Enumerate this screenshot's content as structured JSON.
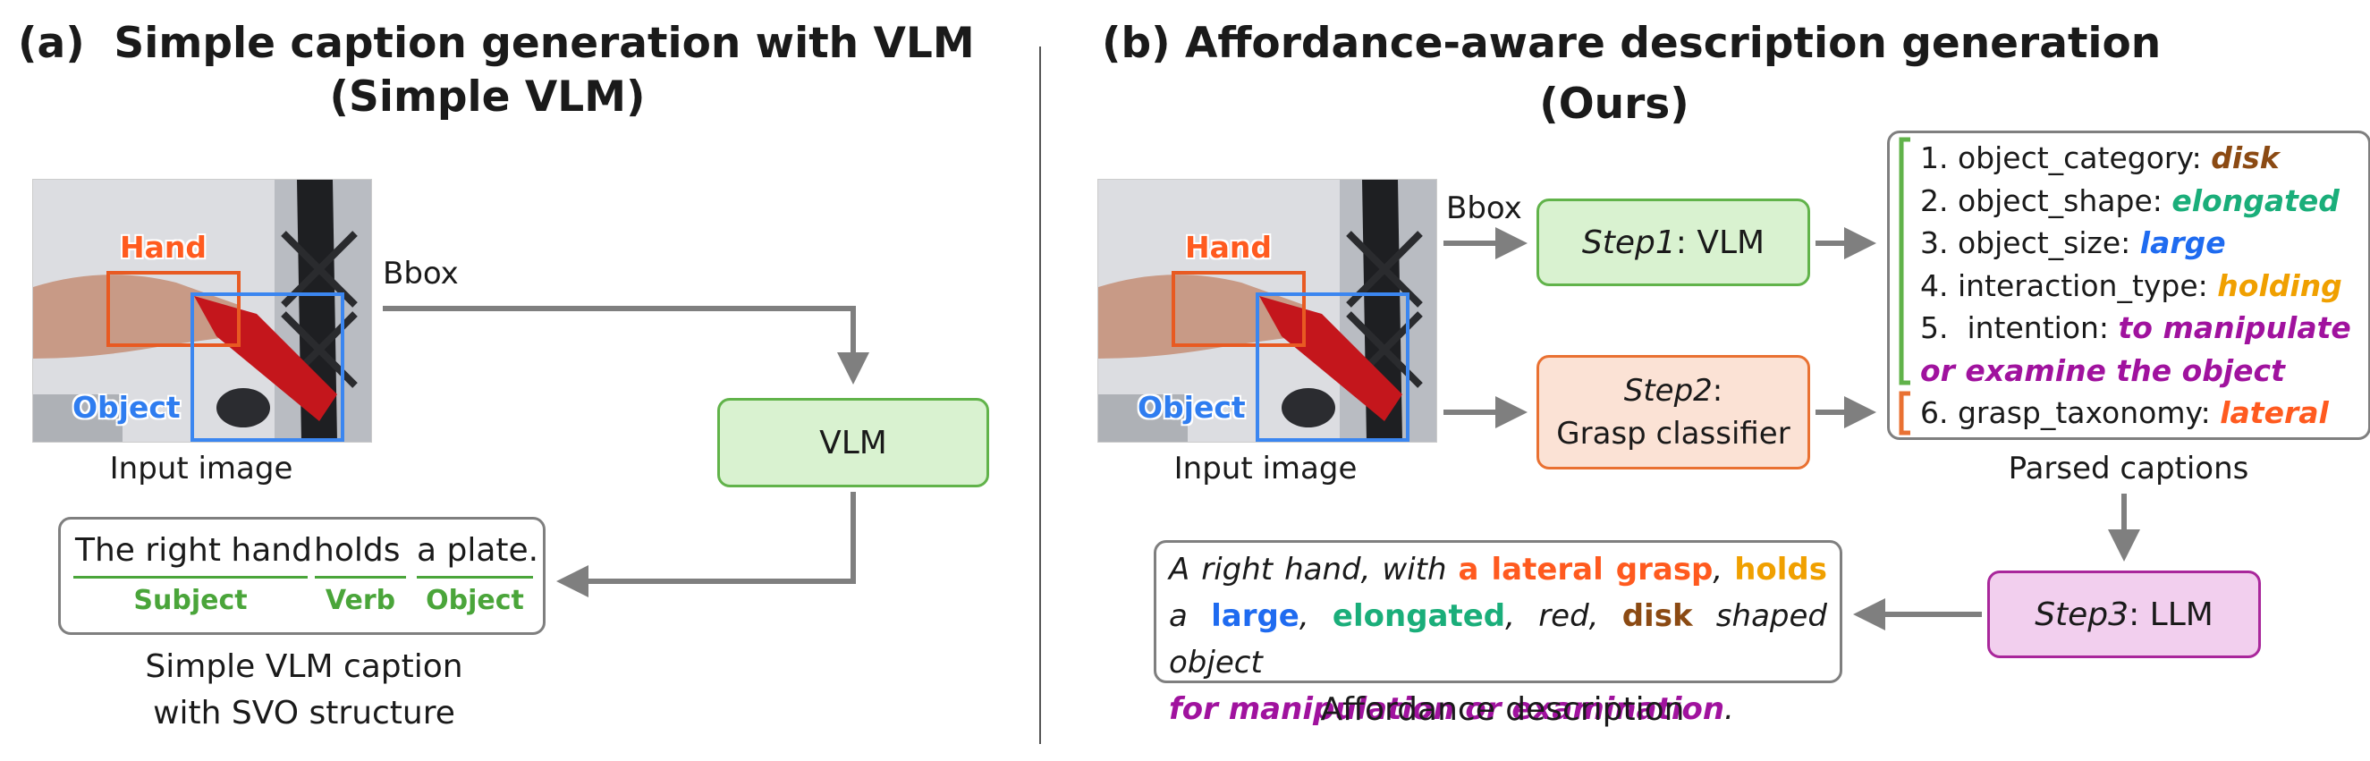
{
  "panel_a": {
    "title_line1": "(a)  Simple caption generation with VLM",
    "title_line2": "(Simple VLM)",
    "hand_tag": "Hand",
    "object_tag": "Object",
    "input_label": "Input image",
    "bbox_label": "Bbox",
    "vlm_label": "VLM",
    "caption_words": {
      "w1": "The right hand",
      "w2": "holds",
      "w3": "a plate.",
      "l1": "Subject",
      "l2": "Verb",
      "l3": "Object"
    },
    "caption_title_line1": "Simple VLM caption",
    "caption_title_line2": "with SVO structure"
  },
  "panel_b": {
    "title_line1": "(b) Affordance-aware description generation",
    "title_line2": "(Ours)",
    "hand_tag": "Hand",
    "object_tag": "Object",
    "input_label": "Input image",
    "bbox_label": "Bbox",
    "step1": {
      "italic": "Step1",
      "rest": ": VLM"
    },
    "step2": {
      "italic": "Step2",
      "rest": ":",
      "line2": "Grasp classifier"
    },
    "step3": {
      "italic": "Step3",
      "rest": ": LLM"
    },
    "parsed": {
      "i1_key": "1. object_category: ",
      "i1_val": "disk",
      "i2_key": "2. object_shape: ",
      "i2_val": "elongated",
      "i3_key": "3. object_size: ",
      "i3_val": "large",
      "i4_key": "4. interaction_type: ",
      "i4_val": "holding",
      "i5_key": "5.  intention: ",
      "i5_val1": "to manipulate",
      "i5_val2": "or examine the object",
      "i6_key": "6. grasp_taxonomy: ",
      "i6_val": "lateral"
    },
    "parsed_label": "Parsed captions",
    "desc": {
      "t1": "A right hand, with ",
      "grasp": "a lateral grasp",
      "t2": ", ",
      "holds": "holds",
      "t3": " a",
      "large": "large",
      "t4": ", ",
      "elong": "elongated",
      "t5": ", red, ",
      "disk": "disk",
      "t6": " shaped object",
      "intent": "for manipulation or examination",
      "t7": "."
    },
    "desc_label": "Affordance description"
  },
  "colors": {
    "disk": "#8b4a13",
    "elongated": "#1aae7a",
    "large": "#1f6bf0",
    "holding": "#f0a000",
    "intention": "#a0129e",
    "lateral": "#ff5a1f",
    "arrow": "#7f7f7f"
  }
}
